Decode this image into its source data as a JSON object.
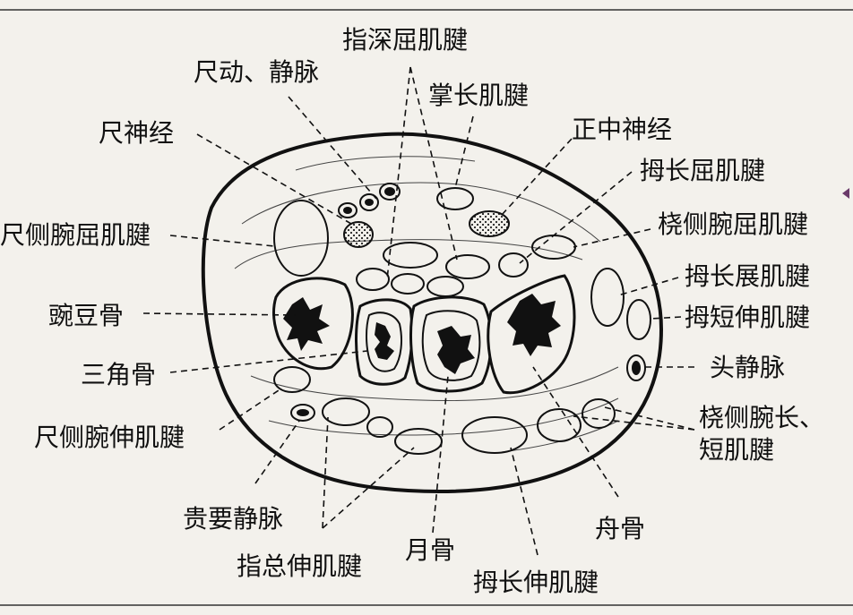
{
  "labels": {
    "flexor_digitorum_profundus": "指深屈肌腱",
    "ulnar_artery_vein": "尺动、静脉",
    "palmaris_longus": "掌长肌腱",
    "ulnar_nerve": "尺神经",
    "median_nerve": "正中神经",
    "flexor_pollicis_longus": "拇长屈肌腱",
    "flexor_carpi_ulnaris": "尺侧腕屈肌腱",
    "flexor_carpi_radialis": "桡侧腕屈肌腱",
    "abductor_pollicis_longus": "拇长展肌腱",
    "pisiform": "豌豆骨",
    "extensor_pollicis_brevis": "拇短伸肌腱",
    "cephalic_vein": "头静脉",
    "triquetrum": "三角骨",
    "ecrl_ecrb_line1": "桡侧腕长、",
    "ecrl_ecrb_line2": "短肌腱",
    "extensor_carpi_ulnaris": "尺侧腕伸肌腱",
    "basilic_vein": "贵要静脉",
    "scaphoid": "舟骨",
    "extensor_digitorum": "指总伸肌腱",
    "lunate": "月骨",
    "extensor_pollicis_longus": "拇长伸肌腱"
  },
  "colors": {
    "background": "#f3f1ec",
    "ink": "#111111",
    "stipple": "#222222"
  }
}
